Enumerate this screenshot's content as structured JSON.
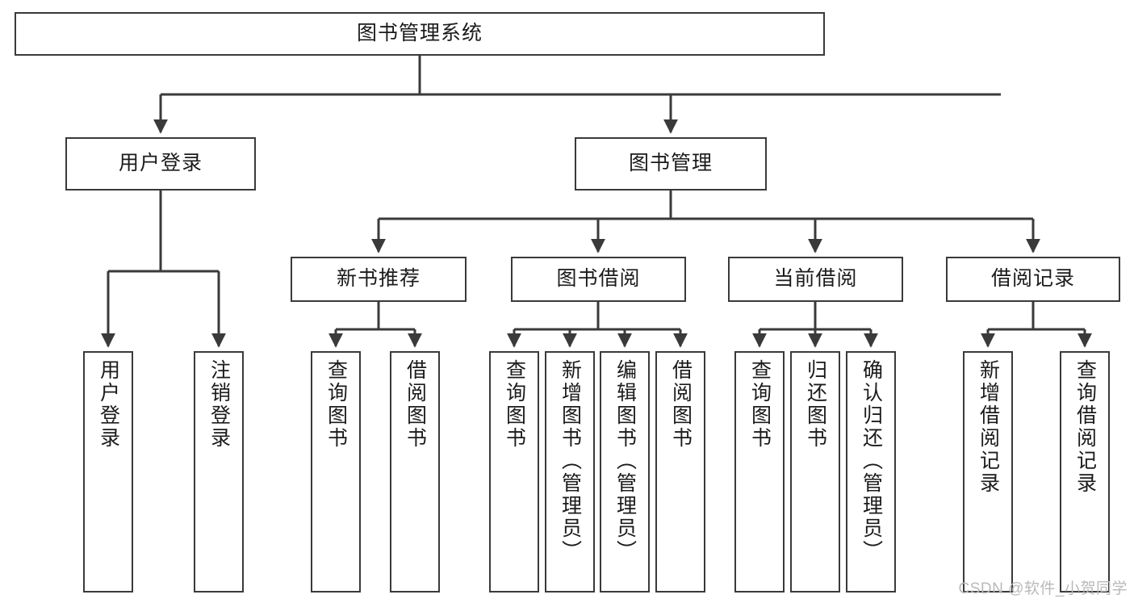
{
  "diagram": {
    "title": "图书管理系统",
    "watermark": "CSDN @软件_小贺同学",
    "stroke_color": "#3a3a3a",
    "text_color": "#1b1b1b",
    "background_color": "#ffffff",
    "watermark_color": "#b9b9b9"
  },
  "nodes": {
    "root": {
      "label": "图书管理系统"
    },
    "level1": [
      {
        "label": "用户登录"
      },
      {
        "label": "图书管理"
      }
    ],
    "level2": [
      {
        "label": "新书推荐"
      },
      {
        "label": "图书借阅"
      },
      {
        "label": "当前借阅"
      },
      {
        "label": "借阅记录"
      }
    ],
    "leaves": {
      "user_login": [
        {
          "label": "用户登录"
        },
        {
          "label": "注销登录"
        }
      ],
      "new_book_recommend": [
        {
          "label": "查询图书"
        },
        {
          "label": "借阅图书"
        }
      ],
      "book_borrow": [
        {
          "label": "查询图书"
        },
        {
          "label": "新增图书（管理员）"
        },
        {
          "label": "编辑图书（管理员）"
        },
        {
          "label": "借阅图书"
        }
      ],
      "current_borrow": [
        {
          "label": "查询图书"
        },
        {
          "label": "归还图书"
        },
        {
          "label": "确认归还（管理员）"
        }
      ],
      "borrow_record": [
        {
          "label": "新增借阅记录"
        },
        {
          "label": "查询借阅记录"
        }
      ]
    }
  },
  "chart_data": {
    "type": "table",
    "title": "图书管理系统 功能结构图",
    "structure": [
      {
        "level": 0,
        "name": "图书管理系统",
        "children": [
          {
            "level": 1,
            "name": "用户登录",
            "children": [
              {
                "level": 2,
                "name": "用户登录"
              },
              {
                "level": 2,
                "name": "注销登录"
              }
            ]
          },
          {
            "level": 1,
            "name": "图书管理",
            "children": [
              {
                "level": 2,
                "name": "新书推荐",
                "children": [
                  {
                    "level": 3,
                    "name": "查询图书"
                  },
                  {
                    "level": 3,
                    "name": "借阅图书"
                  }
                ]
              },
              {
                "level": 2,
                "name": "图书借阅",
                "children": [
                  {
                    "level": 3,
                    "name": "查询图书"
                  },
                  {
                    "level": 3,
                    "name": "新增图书（管理员）"
                  },
                  {
                    "level": 3,
                    "name": "编辑图书（管理员）"
                  },
                  {
                    "level": 3,
                    "name": "借阅图书"
                  }
                ]
              },
              {
                "level": 2,
                "name": "当前借阅",
                "children": [
                  {
                    "level": 3,
                    "name": "查询图书"
                  },
                  {
                    "level": 3,
                    "name": "归还图书"
                  },
                  {
                    "level": 3,
                    "name": "确认归还（管理员）"
                  }
                ]
              },
              {
                "level": 2,
                "name": "借阅记录",
                "children": [
                  {
                    "level": 3,
                    "name": "新增借阅记录"
                  },
                  {
                    "level": 3,
                    "name": "查询借阅记录"
                  }
                ]
              }
            ]
          }
        ]
      }
    ]
  }
}
